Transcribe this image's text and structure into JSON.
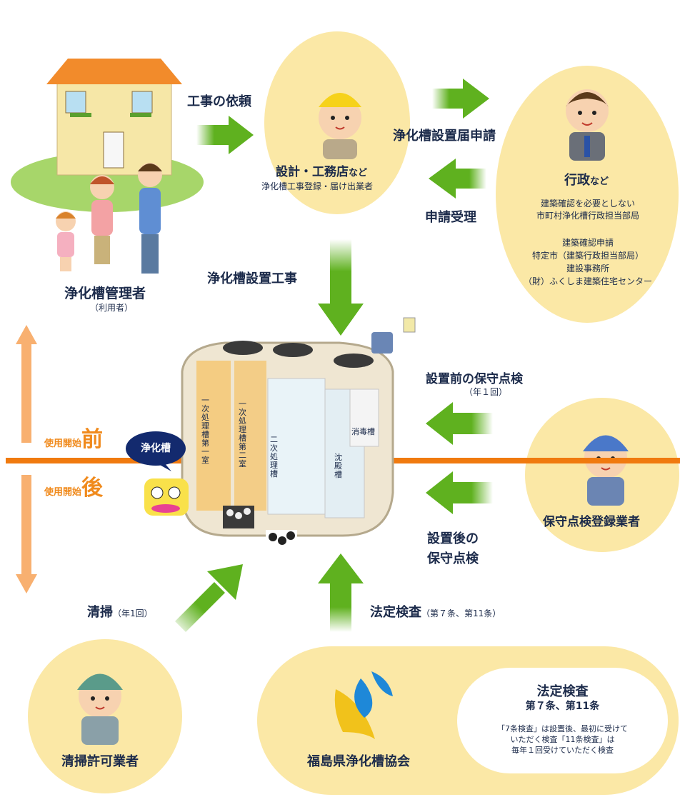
{
  "manager": {
    "title": "浄化槽管理者",
    "sub": "（利用者）"
  },
  "request_label": "工事の依頼",
  "contractor": {
    "title": "設計・工務店",
    "title_suffix": "など",
    "sub": "浄化槽工事登録・届け出業者"
  },
  "application_label": "浄化槽設置届申請",
  "acceptance_label": "申請受理",
  "government": {
    "title": "行政",
    "title_suffix": "など",
    "line1": "建築確認を必要としない",
    "line2": "市町村浄化槽行政担当部局",
    "line3": "建築確認申請",
    "line4": "特定市（建築行政担当部局）",
    "line5": "建設事務所",
    "line6": "（財）ふくしま建築住宅センター"
  },
  "install_label": "浄化槽設置工事",
  "tank": {
    "badge": "浄化槽",
    "room1": "一次処理槽第一室",
    "room2": "一次処理槽第二室",
    "room3": "二次処理槽",
    "room4": "沈殿槽",
    "room5": "消毒槽"
  },
  "before_label": {
    "prefix": "使用開始",
    "big": "前"
  },
  "after_label": {
    "prefix": "使用開始",
    "big": "後"
  },
  "pre_inspection": {
    "title": "設置前の保守点検",
    "sub": "（年１回）"
  },
  "post_inspection": {
    "line1": "設置後の",
    "line2": "保守点検"
  },
  "maintenance_company": {
    "title": "保守点検登録業者"
  },
  "cleaning_label": {
    "title": "清掃",
    "sub": "（年1回）"
  },
  "legal_inspection_label": {
    "title": "法定検査",
    "sub": "（第７条、第11条）"
  },
  "cleaner": {
    "title": "清掃許可業者"
  },
  "association": {
    "title": "福島県浄化槽協会"
  },
  "legal_box": {
    "title": "法定検査",
    "articles": "第７条、第11条",
    "note1": "「7条検査」は設置後、最初に受けて",
    "note2": "いただく検査「11条検査」は",
    "note3": "毎年１回受けていただく検査"
  },
  "colors": {
    "circle": "#fbe8a6",
    "arrow_green": "#5fb11f",
    "timeline_orange": "#f07a0f",
    "text_navy": "#1b2a4a",
    "accent_orange": "#f08a1c"
  }
}
